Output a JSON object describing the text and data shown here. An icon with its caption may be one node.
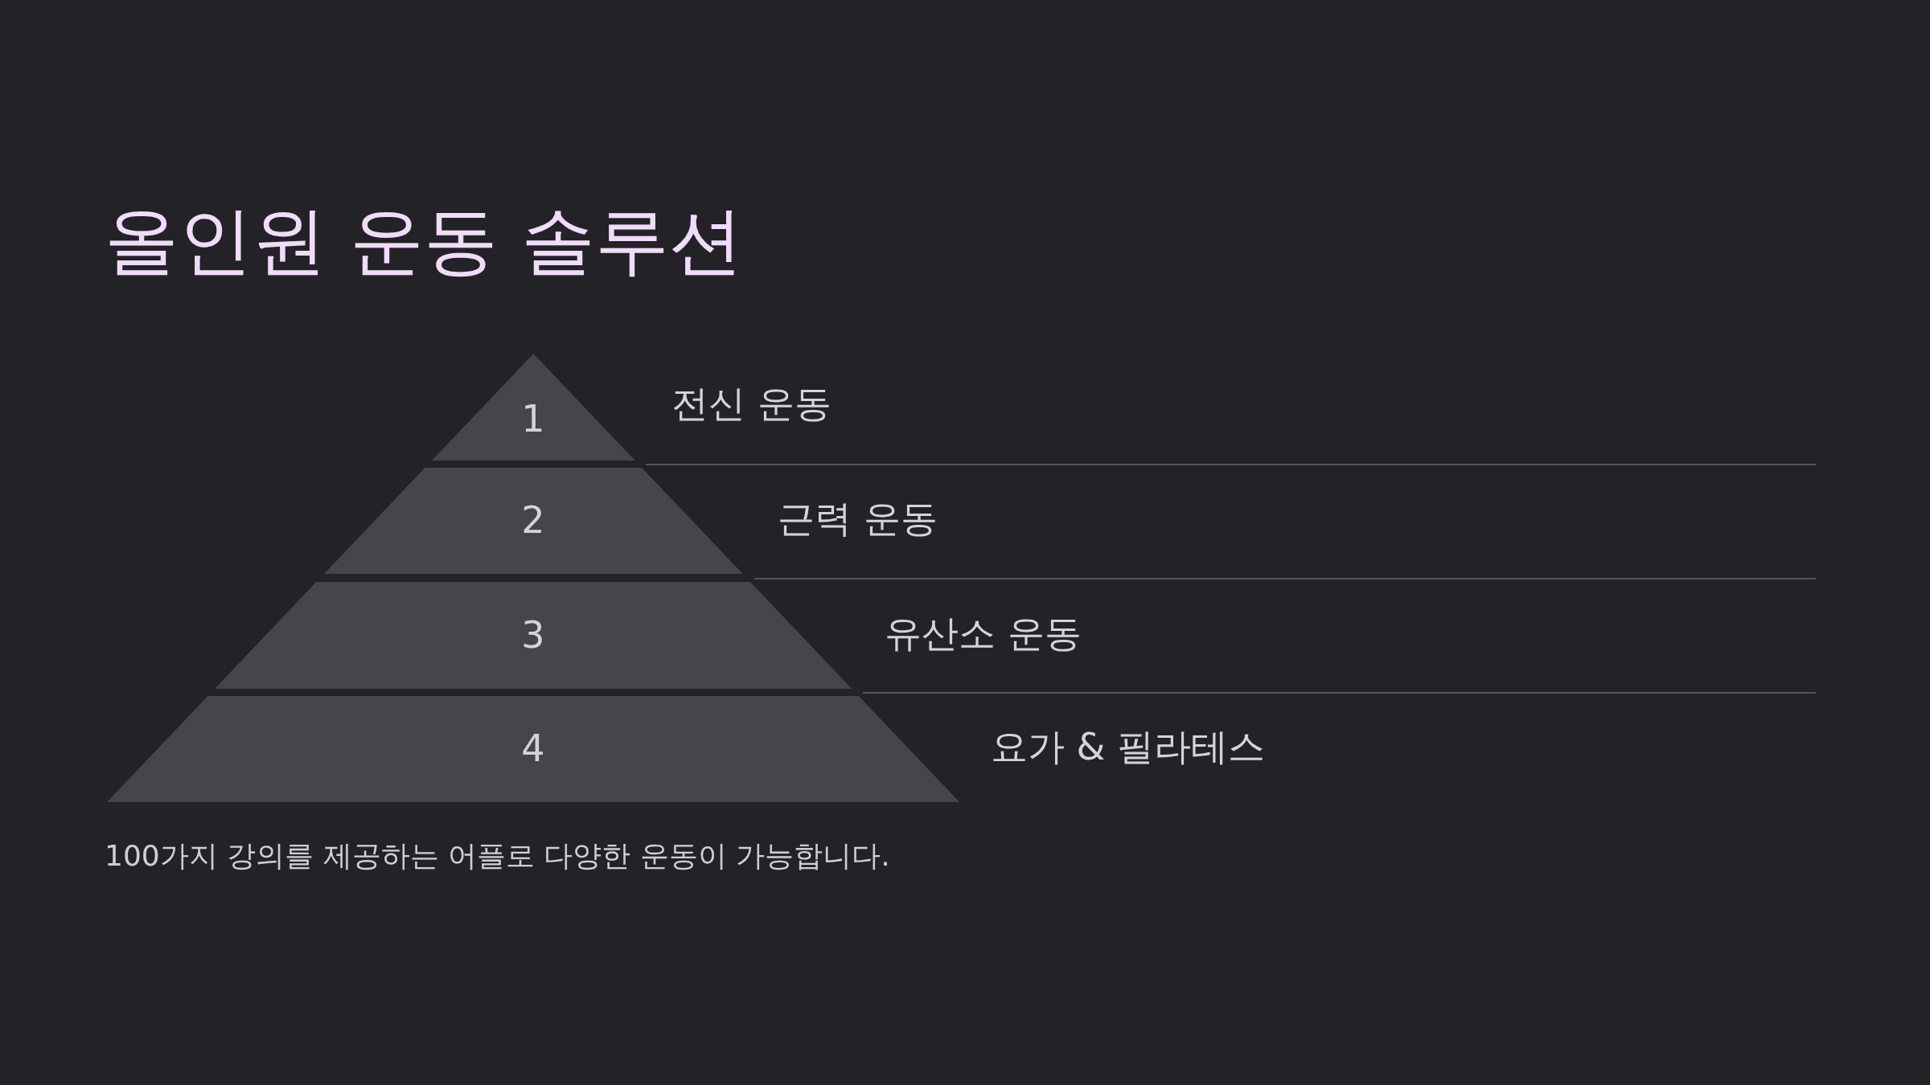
{
  "diagram": {
    "title": "올인원 운동 솔루션",
    "caption": "100가지 강의를 제공하는 어플로 다양한 운동이 가능합니다.",
    "nodes": [
      {
        "text": [
          "1"
        ],
        "beside": [
          "전신 운동"
        ]
      },
      {
        "text": [
          "2"
        ],
        "beside": [
          "근력 운동"
        ]
      },
      {
        "text": [
          "3"
        ],
        "beside": [
          "유산소 운동"
        ]
      },
      {
        "text": [
          "4"
        ],
        "beside": [
          "요가 & 필라테스"
        ]
      }
    ]
  }
}
